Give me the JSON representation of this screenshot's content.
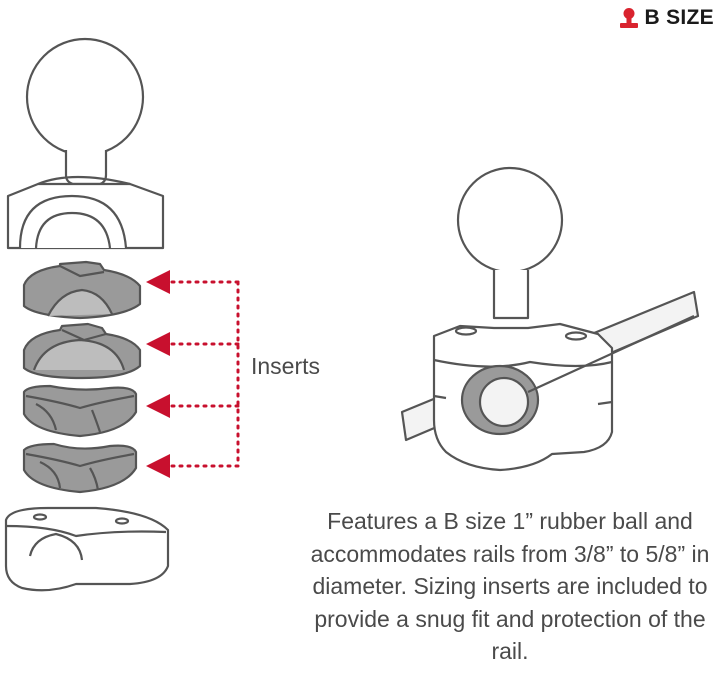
{
  "badge": {
    "label": "B SIZE",
    "icon": "ball-mount-icon",
    "icon_color": "#d9232e"
  },
  "callout": {
    "label": "Inserts",
    "arrow_color": "#c8102e"
  },
  "description": "Features a B size 1” rubber ball and accommodates rails from 3/8” to 5/8” in diameter. Sizing inserts are included to provide a snug fit and protection of the rail.",
  "colors": {
    "outline": "#555555",
    "insert_fill": "#9a9a9a",
    "part_fill": "#ffffff",
    "rail_fill": "#f3f3f3"
  }
}
